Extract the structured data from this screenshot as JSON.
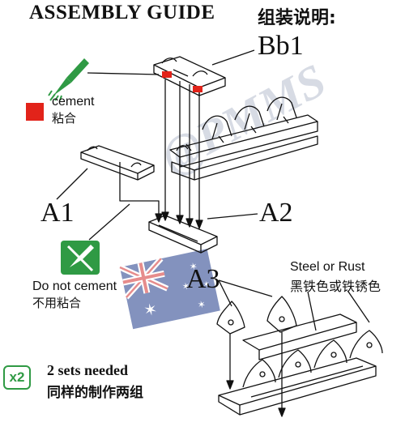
{
  "header": {
    "title_en": "ASSEMBLY GUIDE",
    "title_cn": "组装说明:"
  },
  "parts": {
    "bb1": "Bb1",
    "a1": "A1",
    "a2": "A2",
    "a3": "A3"
  },
  "legend": {
    "cement_en": "cement",
    "cement_cn": "粘合",
    "no_cement_en": "Do not cement",
    "no_cement_cn": "不用粘合",
    "cement_color": "#e2231a",
    "no_cement_color": "#2f9a44"
  },
  "finish": {
    "en": "Steel or Rust",
    "cn": "黑铁色或铁锈色"
  },
  "sets": {
    "badge": "x2",
    "en": "2 sets needed",
    "cn": "同样的制作两组"
  },
  "watermark": {
    "text": "@PMMS"
  },
  "icons": {
    "glue_brush": "glue-brush-icon",
    "no_glue": "no-glue-icon",
    "flag": "australian-flag-icon"
  }
}
